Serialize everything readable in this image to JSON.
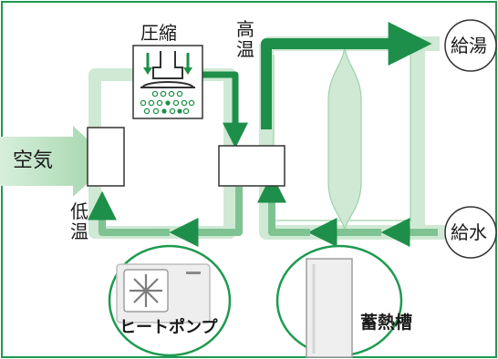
{
  "labels": {
    "compression": "圧縮",
    "high_temp": "高温",
    "low_temp": "低温",
    "air": "空気",
    "hot_water_supply": "給湯",
    "water_supply": "給水",
    "heat_pump": "ヒートポンプ",
    "storage_tank": "蓄熱槽"
  },
  "colors": {
    "frame_green": "#1e9a50",
    "pipe_light": "#cfe9d4",
    "pipe_mid": "#7fc393",
    "pipe_dark": "#1e8f4a",
    "air_arrow": "#a6d8ae",
    "outline": "#333333"
  },
  "icons": [
    "compressor-icon",
    "fan-icon",
    "flow-arrow-icon"
  ]
}
